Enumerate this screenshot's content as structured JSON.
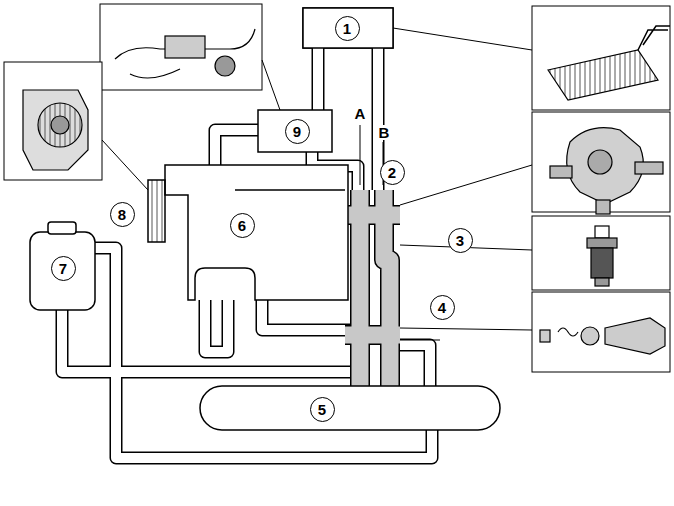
{
  "diagram": {
    "nodes": [
      {
        "text": [
          "1"
        ]
      },
      {
        "text": [
          "9"
        ]
      },
      {
        "text": [
          "2"
        ]
      },
      {
        "text": [
          "8"
        ]
      },
      {
        "text": [
          "6"
        ]
      },
      {
        "text": [
          "3"
        ]
      },
      {
        "text": [
          "7"
        ]
      },
      {
        "text": [
          "4"
        ]
      },
      {
        "text": [
          "5"
        ]
      }
    ],
    "labels": [
      "A",
      "B"
    ]
  }
}
